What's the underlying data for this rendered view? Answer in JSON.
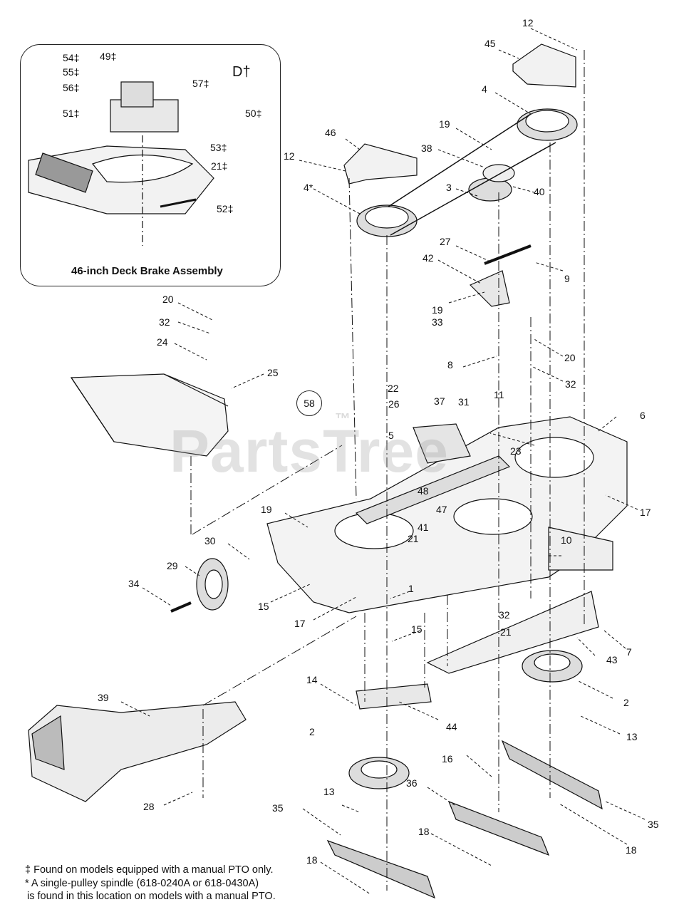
{
  "inset": {
    "title": "46-inch Deck Brake Assembly",
    "labels": [
      "54‡",
      "49‡",
      "55‡",
      "56‡",
      "51‡",
      "57‡",
      "D†",
      "50‡",
      "53‡",
      "21‡",
      "52‡"
    ]
  },
  "watermark": "PartsTree",
  "watermark_mark": "™",
  "reference_circle": "58",
  "callouts": [
    "12",
    "45",
    "4",
    "19",
    "38",
    "46",
    "12",
    "4*",
    "3",
    "40",
    "27",
    "42",
    "9",
    "19",
    "33",
    "20",
    "32",
    "24",
    "25",
    "20",
    "8",
    "32",
    "22",
    "37",
    "26",
    "31",
    "11",
    "6",
    "5",
    "23",
    "48",
    "47",
    "41",
    "17",
    "19",
    "30",
    "29",
    "21",
    "10",
    "34",
    "1",
    "15",
    "17",
    "15",
    "32",
    "21",
    "7",
    "43",
    "14",
    "39",
    "2",
    "2",
    "44",
    "13",
    "16",
    "36",
    "13",
    "35",
    "18",
    "35",
    "18",
    "28",
    "18"
  ],
  "footnotes": {
    "manual_pto": "‡ Found on models equipped with a manual PTO only.",
    "single_pulley_1": "* A single-pulley spindle (618-0240A or 618-0430A)",
    "single_pulley_2": "is found in this location on models with a manual PTO."
  }
}
